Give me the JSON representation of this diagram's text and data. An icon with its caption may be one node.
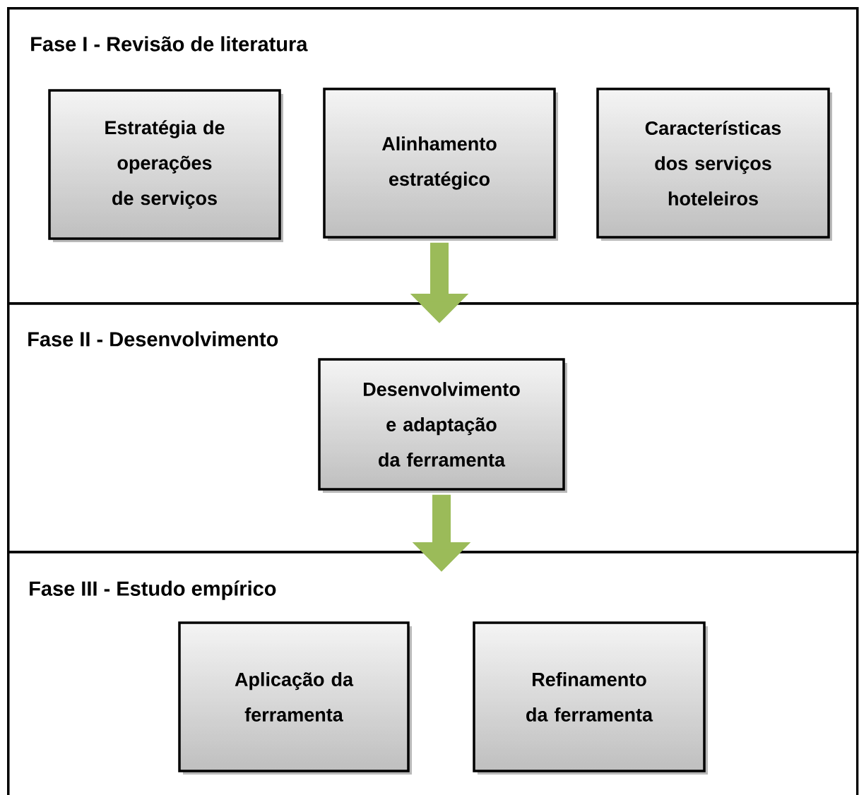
{
  "diagram": {
    "nodes": [
      {
        "text": [
          "Fase I - Revisão de literatura"
        ]
      },
      {
        "text": [
          "Estratégia de operações de serviços"
        ],
        "in": 0
      },
      {
        "text": [
          "Alinhamento estratégico"
        ],
        "in": 0
      },
      {
        "text": [
          "Características dos serviços hoteleiros"
        ],
        "in": 0
      },
      {
        "text": [
          "Fase II - Desenvolvimento"
        ]
      },
      {
        "text": [
          "Desenvolvimento e adaptação da ferramenta"
        ],
        "in": 4
      },
      {
        "text": [
          "Fase III - Estudo empírico"
        ]
      },
      {
        "text": [
          "Aplicação da ferramenta"
        ],
        "in": 6
      },
      {
        "text": [
          "Refinamento da ferramenta"
        ],
        "in": 6
      }
    ],
    "edges": [
      {
        "from": 2,
        "to": 4,
        "arrow": "to"
      },
      {
        "from": 5,
        "to": 6,
        "arrow": "to"
      }
    ]
  }
}
